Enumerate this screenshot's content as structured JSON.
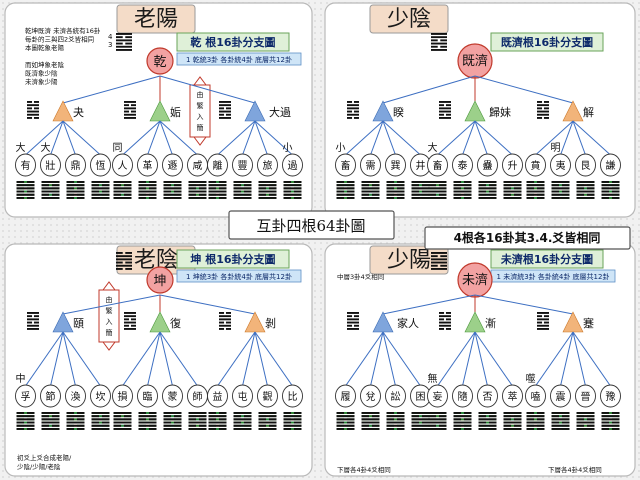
{
  "center_title": "互卦四根64卦圖",
  "right_title": "4根各16卦其3.4.爻皆相同",
  "quadrants": [
    {
      "id": "q1",
      "title": "老陽",
      "header": "乾 根16卦分支圖",
      "sub_header": "1 乾統3卦 各卦統4卦 底層共12卦",
      "root": "乾",
      "root_marks": [
        "4",
        "3"
      ],
      "notes": [
        "乾坤既濟 未濟各統有16卦",
        "每卦的三與四2爻皆相同",
        "本圖乾象老陽",
        "",
        "而如坤象老陰",
        "既濟象少陰",
        "未濟象少陽"
      ],
      "arrow_note": "由繁入簡",
      "branches": [
        {
          "label": "夬",
          "color": "orange",
          "leaves": [
            "大有",
            "大壯",
            "鼎",
            "恆"
          ]
        },
        {
          "label": "姤",
          "color": "green",
          "leaves": [
            "同人",
            "革",
            "遯",
            "咸"
          ]
        },
        {
          "label": "大過",
          "color": "blue",
          "leaves": [
            "離",
            "豐",
            "旅",
            "小過"
          ]
        }
      ]
    },
    {
      "id": "q2",
      "title": "少陰",
      "header": "既濟根16卦分支圖",
      "sub_header": "",
      "root": "既濟",
      "root_marks": [],
      "notes": [],
      "arrow_note": "",
      "branches": [
        {
          "label": "睽",
          "color": "blue",
          "leaves": [
            "小畜",
            "需",
            "巽",
            "井"
          ]
        },
        {
          "label": "歸妹",
          "color": "green",
          "leaves": [
            "大畜",
            "泰",
            "蠱",
            "升"
          ]
        },
        {
          "label": "解",
          "color": "orange",
          "leaves": [
            "賁",
            "明夷",
            "艮",
            "謙"
          ]
        }
      ]
    },
    {
      "id": "q3",
      "title": "老陰",
      "header": "坤 根16卦分支圖",
      "sub_header": "1 坤統3卦 各卦統4卦 底層共12卦",
      "root": "坤",
      "root_marks": [],
      "notes": [
        "初爻上爻合成老陽/",
        "少陰/少陽/老陰"
      ],
      "arrow_note": "由繁入簡",
      "branches": [
        {
          "label": "頤",
          "color": "blue",
          "leaves": [
            "中孚",
            "節",
            "渙",
            "坎"
          ]
        },
        {
          "label": "復",
          "color": "green",
          "leaves": [
            "損",
            "臨",
            "蒙",
            "師"
          ]
        },
        {
          "label": "剝",
          "color": "orange",
          "leaves": [
            "益",
            "屯",
            "觀",
            "比"
          ]
        }
      ]
    },
    {
      "id": "q4",
      "title": "少陽",
      "header": "未濟根16卦分支圖",
      "sub_header": "1 未濟統3卦 各卦統4卦 底層共12卦",
      "root": "未濟",
      "root_marks": [],
      "notes": [
        "中層3卦4爻相同",
        "下層各4卦4爻相同",
        "下層各4卦4爻相同"
      ],
      "arrow_note": "",
      "branches": [
        {
          "label": "家人",
          "color": "blue",
          "leaves": [
            "履",
            "兌",
            "訟",
            "困"
          ]
        },
        {
          "label": "漸",
          "color": "green",
          "leaves": [
            "無妄",
            "隨",
            "否",
            "萃"
          ]
        },
        {
          "label": "蹇",
          "color": "orange",
          "leaves": [
            "噬嗑",
            "震",
            "晉",
            "豫"
          ]
        }
      ]
    }
  ],
  "colors": {
    "blue_line": "#1f5fbf",
    "red_line": "#c0392b",
    "green_line": "#2e8b3a",
    "black_line": "#111111"
  }
}
